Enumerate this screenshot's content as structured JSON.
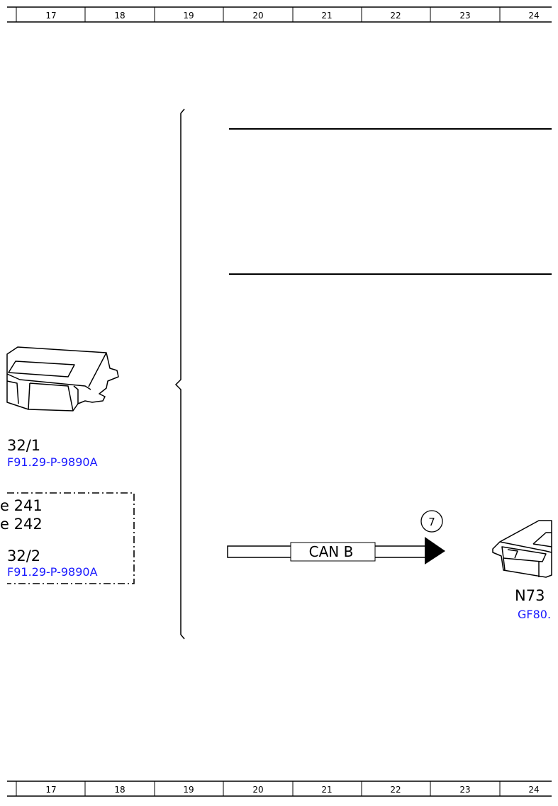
{
  "top_ruler": {
    "columns": [
      "17",
      "18",
      "19",
      "20",
      "21",
      "22",
      "23",
      "24"
    ]
  },
  "bottom_ruler": {
    "columns": [
      "17",
      "18",
      "19",
      "20",
      "21",
      "22",
      "23",
      "24"
    ]
  },
  "left_module": {
    "id": "32/1",
    "doc_ref": "F91.29-P-9890A"
  },
  "dashed_box": {
    "lines": [
      "e 241",
      "e 242"
    ],
    "id": "32/2",
    "doc_ref": "F91.29-P-9890A"
  },
  "bus": {
    "label": "CAN B",
    "circle_number": "7"
  },
  "right_module": {
    "id": "N73",
    "doc_ref": "GF80."
  },
  "colors": {
    "line": "#000000",
    "reference_link": "#1a1aff",
    "background": "#ffffff"
  }
}
